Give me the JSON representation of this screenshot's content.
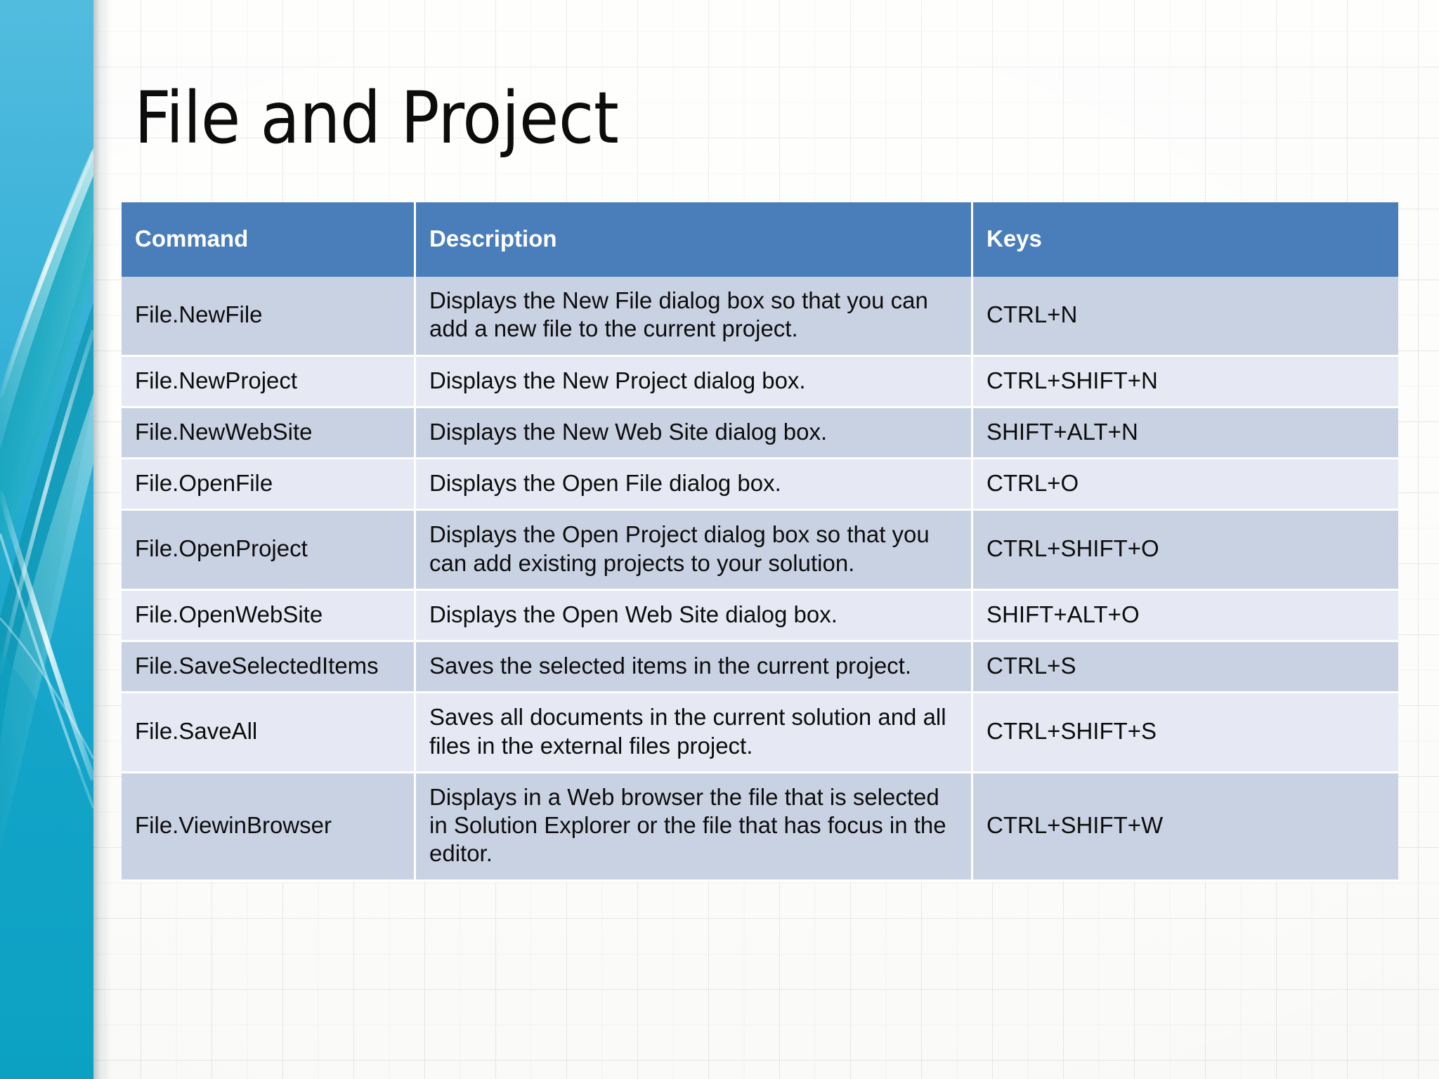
{
  "slide": {
    "title": "File and Project",
    "theme": {
      "header_blue": "#4A7EBB",
      "row_dark": "#C9D2E3",
      "row_light": "#E6E9F4",
      "band_cyan_top": "#4FB8DC",
      "band_cyan_bottom": "#12A2C4",
      "text": "#0D0D0D"
    }
  },
  "table": {
    "columns": [
      "Command",
      "Description",
      "Keys"
    ],
    "rows": [
      {
        "command": "File.NewFile",
        "description": "Displays the New File dialog box so that you can add a new file to the current project.",
        "keys": "CTRL+N"
      },
      {
        "command": "File.NewProject",
        "description": "Displays the New Project dialog box.",
        "keys": "CTRL+SHIFT+N"
      },
      {
        "command": "File.NewWebSite",
        "description": "Displays the New Web Site dialog box.",
        "keys": "SHIFT+ALT+N"
      },
      {
        "command": "File.OpenFile",
        "description": "Displays the Open File dialog box.",
        "keys": "CTRL+O"
      },
      {
        "command": "File.OpenProject",
        "description": "Displays the Open Project dialog box so that you can add existing projects to your solution.",
        "keys": "CTRL+SHIFT+O"
      },
      {
        "command": "File.OpenWebSite",
        "description": "Displays the Open Web Site dialog box.",
        "keys": "SHIFT+ALT+O"
      },
      {
        "command": "File.SaveSelectedItems",
        "description": "Saves the selected items in the current project.",
        "keys": "CTRL+S"
      },
      {
        "command": "File.SaveAll",
        "description": "Saves all documents in the current solution and all files in the external files project.",
        "keys": "CTRL+SHIFT+S"
      },
      {
        "command": "File.ViewinBrowser",
        "description": "Displays in a Web browser the file that is selected in Solution Explorer or the file that has focus in the editor.",
        "keys": "CTRL+SHIFT+W"
      }
    ]
  }
}
